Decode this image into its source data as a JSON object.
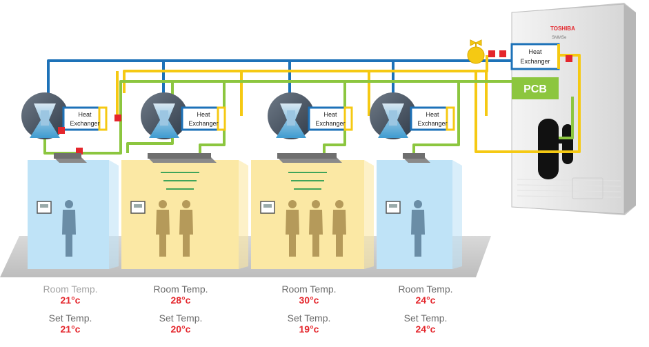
{
  "outdoor_unit": {
    "brand": "TOSHIBA",
    "model_mark": "SMMSe",
    "pcb_label": "PCB"
  },
  "heat_exchanger_label": {
    "line1": "Heat",
    "line2": "Exchanger"
  },
  "rooms": [
    {
      "room_label": "Room Temp.",
      "room_temp": "21°c",
      "set_label": "Set Temp.",
      "set_temp": "21°c",
      "mode": "cool"
    },
    {
      "room_label": "Room Temp.",
      "room_temp": "28°c",
      "set_label": "Set Temp.",
      "set_temp": "20°c",
      "mode": "heat"
    },
    {
      "room_label": "Room Temp.",
      "room_temp": "30°c",
      "set_label": "Set Temp.",
      "set_temp": "19°c",
      "mode": "heat"
    },
    {
      "room_label": "Room Temp.",
      "room_temp": "24°c",
      "set_label": "Set Temp.",
      "set_temp": "24°c",
      "mode": "cool"
    }
  ],
  "colors": {
    "pipe_blue": "#1d72b8",
    "pipe_yellow": "#f5c913",
    "pipe_green": "#8cc63f",
    "room_cool": "#bfe3f7",
    "room_heat": "#fbe8a4",
    "valve_red": "#e4262c"
  }
}
